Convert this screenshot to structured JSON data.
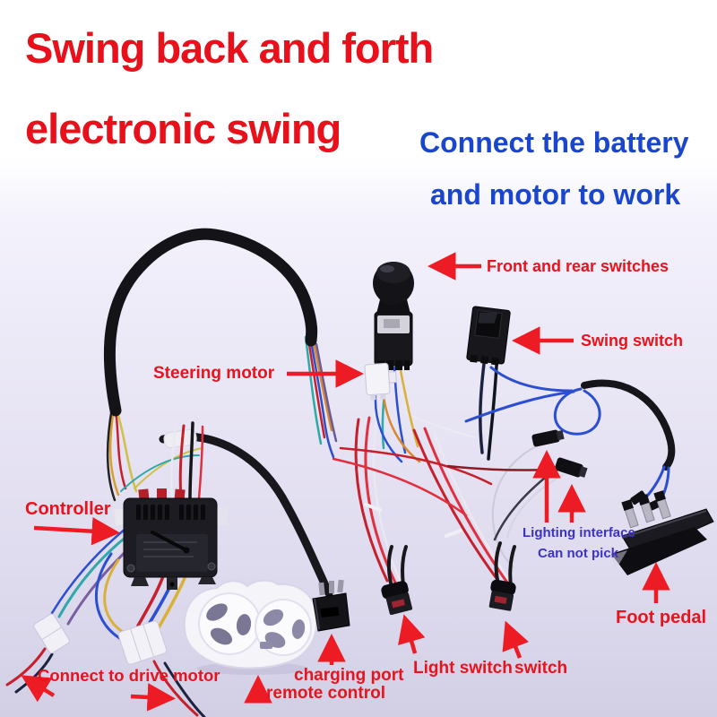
{
  "title": {
    "line1": "Swing back and forth",
    "line2": "electronic swing"
  },
  "subtitle": {
    "line1": "Connect the battery",
    "line2": "and motor to work"
  },
  "labels": {
    "front_rear_switches": "Front and rear switches",
    "swing_switch": "Swing switch",
    "steering_motor": "Steering motor",
    "controller": "Controller",
    "lighting_interface_line1": "Lighting interface",
    "lighting_interface_line2": "Can not pick",
    "foot_pedal": "Foot pedal",
    "connect_drive_motor": "Connect to drive motor",
    "charging_port": "charging port",
    "remote_control": "remote control",
    "light_switch": "Light switch",
    "switch": "switch"
  },
  "colors": {
    "title_red": "#e8111b",
    "subtitle_blue": "#1a46cf",
    "annotation_red": "#e8131d",
    "lighting_label_blue": "#3c33c4",
    "photo_background": "#e9e6f5",
    "wire_red": "#c6202c",
    "wire_blue": "#2b4fd0",
    "wire_teal": "#2fa8a8",
    "wire_yellow": "#d9b13a",
    "cable_black": "#17171c"
  }
}
